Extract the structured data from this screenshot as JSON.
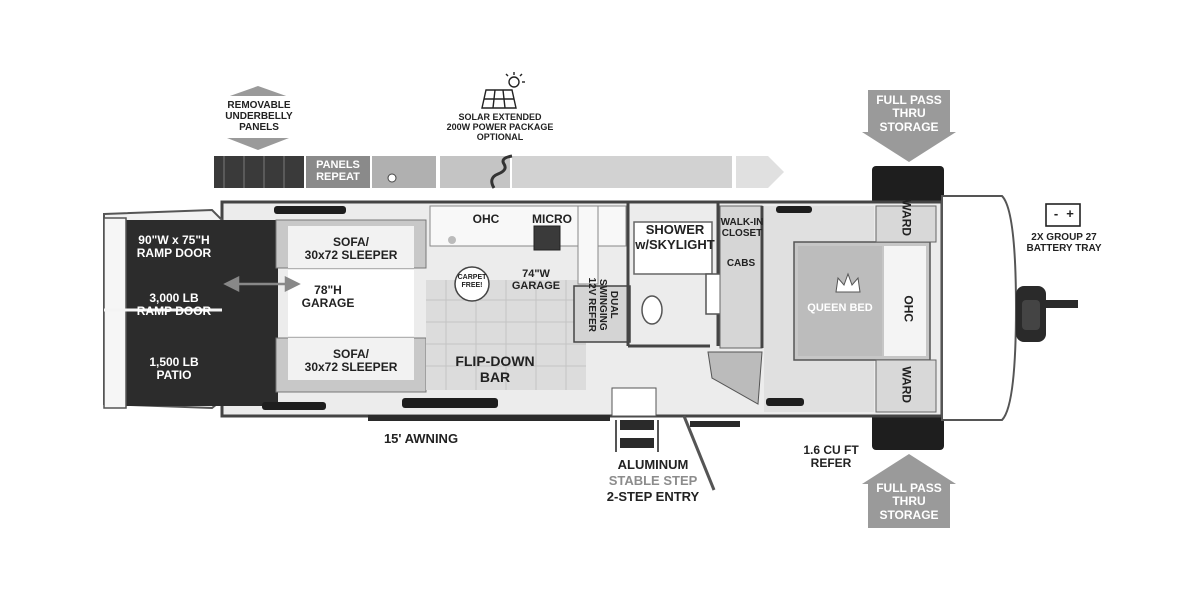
{
  "labels": {
    "removable_underbelly": "REMOVABLE\nUNDERBELLY\nPANELS",
    "solar": "SOLAR EXTENDED\n200W POWER PACKAGE\nOPTIONAL",
    "panels_repeat": "PANELS\nREPEAT",
    "full_pass_top": "FULL PASS\nTHRU\nSTORAGE",
    "full_pass_bottom": "FULL PASS\nTHRU\nSTORAGE",
    "ramp_door_size": "90\"W x 75\"H\nRAMP DOOR",
    "ramp_door_weight": "3,000 LB\nRAMP DOOR",
    "patio": "1,500 LB\nPATIO",
    "sofa_top": "SOFA/\n30x72 SLEEPER",
    "sofa_bottom": "SOFA/\n30x72 SLEEPER",
    "garage_height": "78\"H\nGARAGE",
    "ohc_front": "OHC",
    "micro": "MICRO",
    "carpet_free": "CARPET\nFREE!",
    "garage_width": "74\"W\nGARAGE",
    "dual_swinging_refer": "DUAL\nSWINGING\n12V REFER",
    "flip_down_bar": "FLIP-DOWN\nBAR",
    "shower": "SHOWER\nw/SKYLIGHT",
    "walk_in_closet": "WALK-IN\nCLOSET",
    "cabs": "CABS",
    "queen_bed": "QUEEN BED",
    "ward_top": "WARD",
    "ohc_bedroom": "OHC",
    "ward_bottom": "WARD",
    "battery_tray": "2X GROUP 27\nBATTERY TRAY",
    "awning": "15' AWNING",
    "step_line1": "ALUMINUM",
    "step_line2": "STABLE STEP",
    "step_line3": "2-STEP ENTRY",
    "refer": "1.6 CU FT\nREFER",
    "battery_minus": "-",
    "battery_plus": "+"
  }
}
